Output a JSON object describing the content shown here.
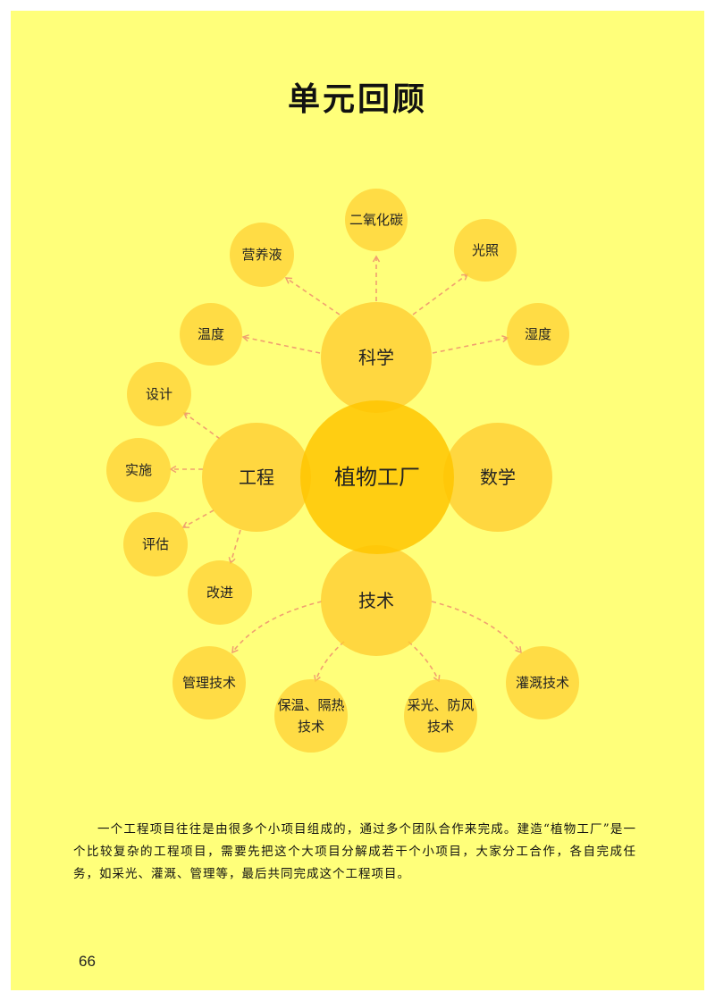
{
  "title": "单元回顾",
  "diagram": {
    "center": "植物工厂",
    "science": {
      "label": "科学",
      "items": [
        "二氧化碳",
        "营养液",
        "光照",
        "温度",
        "湿度"
      ]
    },
    "engineering": {
      "label": "工程",
      "items": [
        "设计",
        "实施",
        "评估",
        "改进"
      ]
    },
    "math": {
      "label": "数学"
    },
    "technology": {
      "label": "技术",
      "items": [
        "管理技术",
        "保温、隔热\n技术",
        "采光、防风\n技术",
        "灌溉技术"
      ]
    }
  },
  "paragraph": "一个工程项目往往是由很多个小项目组成的，通过多个团队合作来完成。建造“植物工厂”是一个比较复杂的工程项目，需要先把这个大项目分解成若干个小项目，大家分工合作，各自完成任务，如采光、灌溉、管理等，最后共同完成这个工程项目。",
  "page_number": "66",
  "colors": {
    "background": "#ffff7a",
    "circle": "#ffce30",
    "center_circle": "#ffc600",
    "arrow": "#f0a070"
  }
}
